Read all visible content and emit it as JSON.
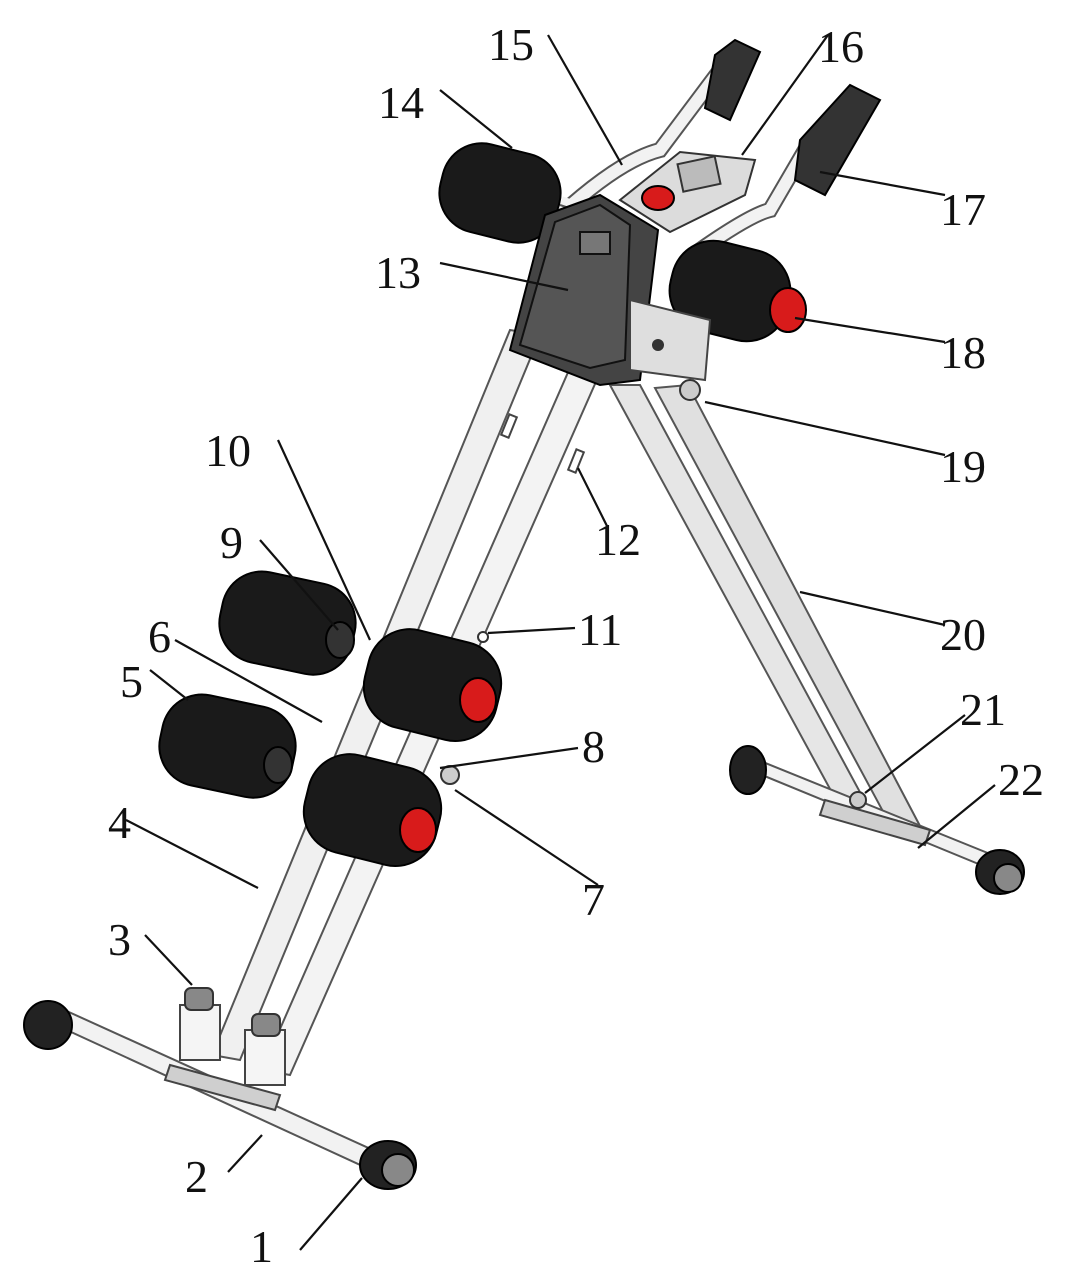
{
  "labels": [
    {
      "id": "1",
      "text": "1"
    },
    {
      "id": "2",
      "text": "2"
    },
    {
      "id": "3",
      "text": "3"
    },
    {
      "id": "4",
      "text": "4"
    },
    {
      "id": "5",
      "text": "5"
    },
    {
      "id": "6",
      "text": "6"
    },
    {
      "id": "7",
      "text": "7"
    },
    {
      "id": "8",
      "text": "8"
    },
    {
      "id": "9",
      "text": "9"
    },
    {
      "id": "10",
      "text": "10"
    },
    {
      "id": "11",
      "text": "11"
    },
    {
      "id": "12",
      "text": "12"
    },
    {
      "id": "13",
      "text": "13"
    },
    {
      "id": "14",
      "text": "14"
    },
    {
      "id": "15",
      "text": "15"
    },
    {
      "id": "16",
      "text": "16"
    },
    {
      "id": "17",
      "text": "17"
    },
    {
      "id": "18",
      "text": "18"
    },
    {
      "id": "19",
      "text": "19"
    },
    {
      "id": "20",
      "text": "20"
    },
    {
      "id": "21",
      "text": "21"
    },
    {
      "id": "22",
      "text": "22"
    }
  ],
  "colors": {
    "foam": "#1a1a1a",
    "accent_red": "#d81b1b",
    "frame": "#eeeeee",
    "line": "#111111"
  }
}
